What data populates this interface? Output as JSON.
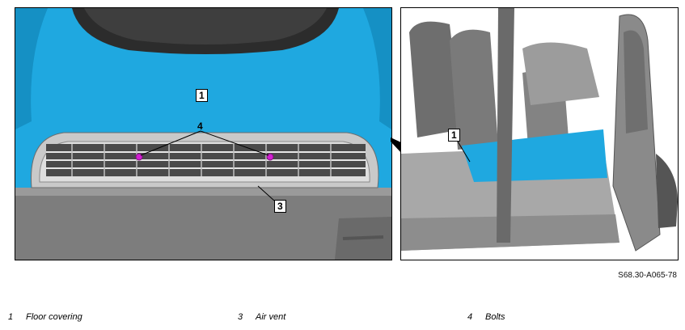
{
  "callouts": {
    "floor_covering_num": "1",
    "bolts_num": "4",
    "air_vent_num": "3",
    "detail_num": "1"
  },
  "figure_code": "S68.30-A065-78",
  "legend": [
    {
      "num": "1",
      "label": "Floor covering"
    },
    {
      "num": "3",
      "label": "Air vent"
    },
    {
      "num": "4",
      "label": "Bolts"
    }
  ],
  "colors": {
    "highlight_blue": "#1fa8e0",
    "bolt_magenta": "#d11fd1",
    "grey_body": "#8c8c8c"
  }
}
